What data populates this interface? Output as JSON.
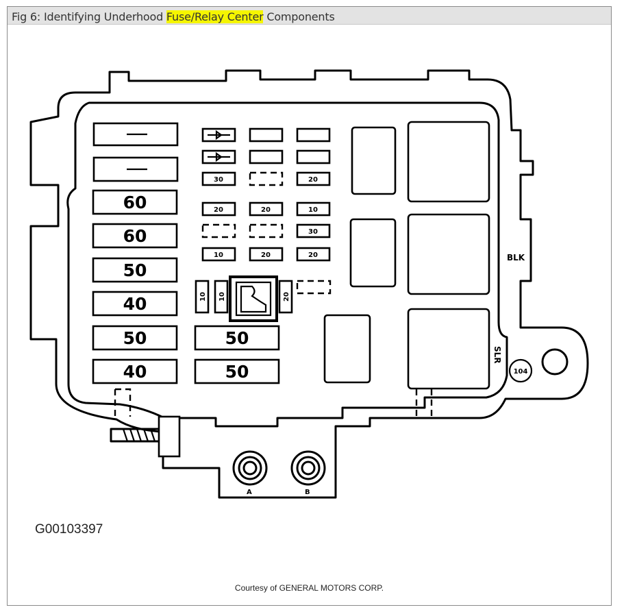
{
  "header": {
    "title_prefix": "Fig 6: Identifying Underhood ",
    "title_highlight": "Fuse/Relay Center",
    "title_suffix": " Components"
  },
  "figure_id": "G00103397",
  "credit": "Courtesy of GENERAL MOTORS CORP.",
  "diagram": {
    "left_fuses": [
      "60",
      "60",
      "50",
      "40",
      "50",
      "40"
    ],
    "mid_fuses": [
      "50",
      "50"
    ],
    "mini_fuses": {
      "row3": [
        "30",
        "",
        "20"
      ],
      "row4": [
        "20",
        "20",
        "10"
      ],
      "row5": [
        "",
        "",
        "30"
      ],
      "row6": [
        "10",
        "20",
        "20"
      ]
    },
    "vertical_fuses": [
      "10",
      "10",
      "20"
    ],
    "labels": {
      "blk": "BLK",
      "slr": "SLR",
      "badge": "104",
      "stud_a": "A",
      "stud_b": "B"
    }
  }
}
